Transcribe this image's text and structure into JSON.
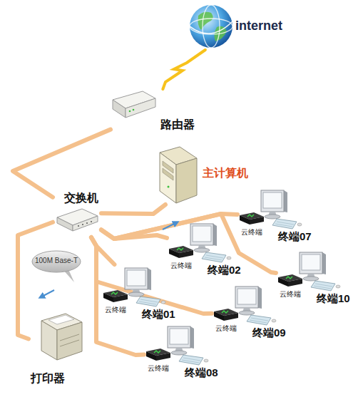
{
  "diagram": {
    "nodes": [
      {
        "text": [
          "internet"
        ]
      },
      {
        "text": [
          "路由器"
        ]
      },
      {
        "text": [
          "主计算机"
        ]
      },
      {
        "text": [
          "交换机"
        ]
      },
      {
        "text": [
          "云终端",
          "终端07"
        ]
      },
      {
        "text": [
          "云终端",
          "终端02"
        ]
      },
      {
        "text": [
          "100M Base-T"
        ]
      },
      {
        "text": [
          "云终端",
          "终端10"
        ]
      },
      {
        "text": [
          "云终端",
          "终端01"
        ]
      },
      {
        "text": [
          "云终端",
          "终端09"
        ]
      },
      {
        "text": [
          "打印器"
        ]
      },
      {
        "text": [
          "云终端",
          "终端08"
        ]
      }
    ],
    "edges": [
      {
        "from": 0,
        "to": 1,
        "arrow": "none"
      },
      {
        "from": 1,
        "to": 3,
        "arrow": "none"
      },
      {
        "from": 3,
        "to": 2,
        "arrow": "none"
      },
      {
        "from": 3,
        "to": 4,
        "arrow": "none"
      },
      {
        "from": 3,
        "to": 5,
        "arrow": "none"
      },
      {
        "from": 3,
        "to": 7,
        "arrow": "none"
      },
      {
        "from": 3,
        "to": 8,
        "arrow": "none"
      },
      {
        "from": 3,
        "to": 9,
        "arrow": "none"
      },
      {
        "from": 3,
        "to": 10,
        "arrow": "none"
      },
      {
        "from": 3,
        "to": 11,
        "arrow": "none"
      }
    ]
  }
}
